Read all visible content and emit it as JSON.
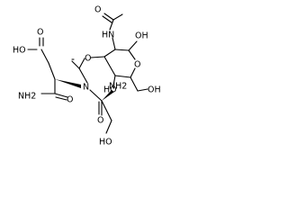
{
  "labels": {
    "acid_oh": "HO",
    "acid_o": "O",
    "amide_nh2": "NH2",
    "amide_o": "O",
    "tertiary_n": "N",
    "ser_nh2": "NH2",
    "ser_co_o": "O",
    "ser_oh": "HO",
    "ether_o": "O",
    "acetyl_o": "O",
    "nh": "HN",
    "anomeric_oh": "OH",
    "ring_o": "O",
    "c4_oh": "HO",
    "c6_oh": "OH"
  },
  "colors": {
    "bond": "#000000",
    "text": "#000000",
    "background": "#ffffff"
  }
}
